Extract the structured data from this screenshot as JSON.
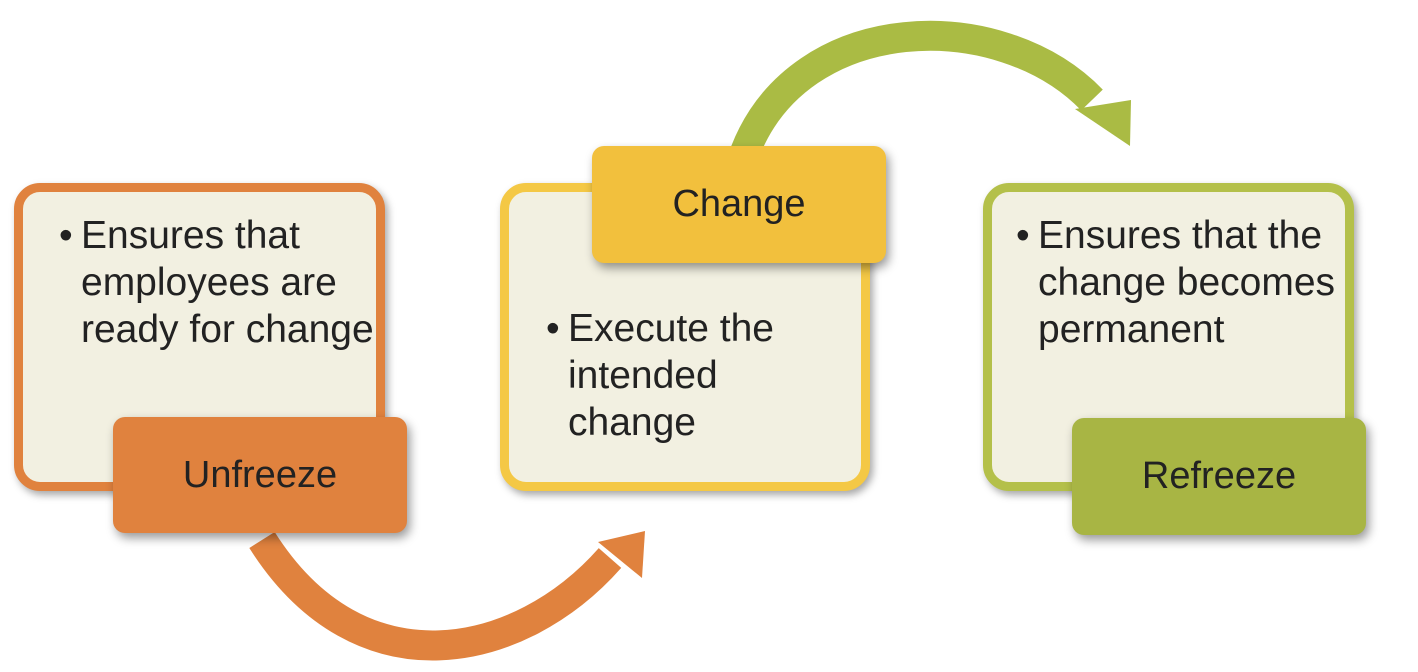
{
  "stages": [
    {
      "label": "Unfreeze",
      "description": "Ensures that employees are ready for change",
      "color": "#e0823e",
      "border_color": "#e0823e"
    },
    {
      "label": "Change",
      "description": "Execute the intended change",
      "color": "#f2c03d",
      "border_color": "#f4c845"
    },
    {
      "label": "Refreeze",
      "description": "Ensures that the change becomes permanent",
      "color": "#a8b544",
      "border_color": "#b4c04a"
    }
  ],
  "bullet": "•",
  "panel_background": "#f2f0e1"
}
